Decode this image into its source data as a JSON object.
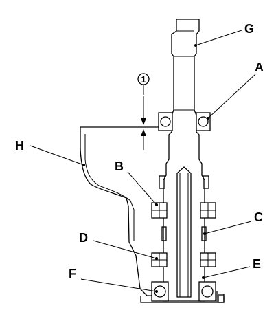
{
  "diagram": {
    "callouts": [
      {
        "id": "G",
        "label": "G"
      },
      {
        "id": "A",
        "label": "A"
      },
      {
        "id": "H",
        "label": "H"
      },
      {
        "id": "B",
        "label": "B"
      },
      {
        "id": "C",
        "label": "C"
      },
      {
        "id": "D",
        "label": "D"
      },
      {
        "id": "E",
        "label": "E"
      },
      {
        "id": "F",
        "label": "F"
      }
    ],
    "dimension_marker": "1"
  }
}
